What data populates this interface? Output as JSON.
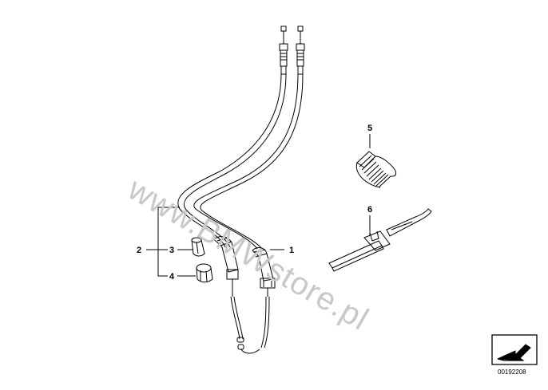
{
  "callouts": {
    "c1": "1",
    "c2": "2",
    "c3": "3",
    "c4": "4",
    "c5": "5",
    "c6": "6"
  },
  "watermark": "www.BMWstore.pl",
  "diagram_number": "00192208"
}
